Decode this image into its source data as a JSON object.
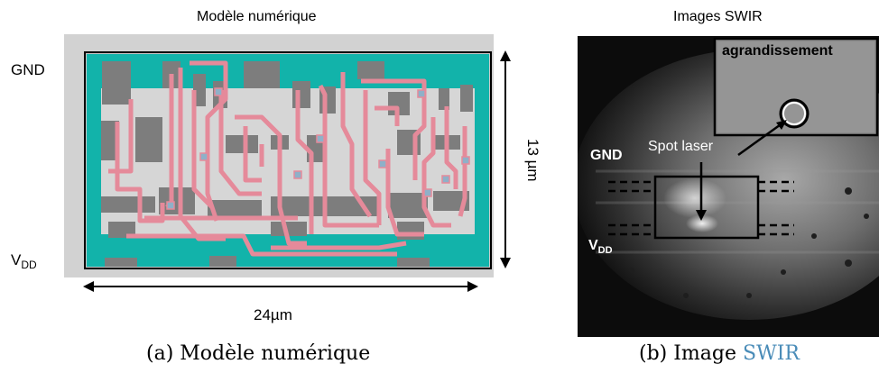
{
  "left": {
    "title": "Modèle numérique",
    "gnd": "GND",
    "vdd_main": "V",
    "vdd_sub": "DD",
    "width_dim": "24µm",
    "height_dim": "13 µm",
    "caption": "(a) Modèle numérique"
  },
  "right": {
    "title": "Images SWIR",
    "inset_label": "agrandissement",
    "spot_label": "Spot laser",
    "gnd": "GND",
    "vdd_main": "V",
    "vdd_sub": "DD",
    "caption_prefix": "(b) Image ",
    "caption_link": "SWIR"
  },
  "colors": {
    "teal": "#10b0a8",
    "metal": "#e48898",
    "poly_gray": "#808080",
    "bg_gray": "#d0d0d0",
    "link": "#4a8cb8"
  }
}
